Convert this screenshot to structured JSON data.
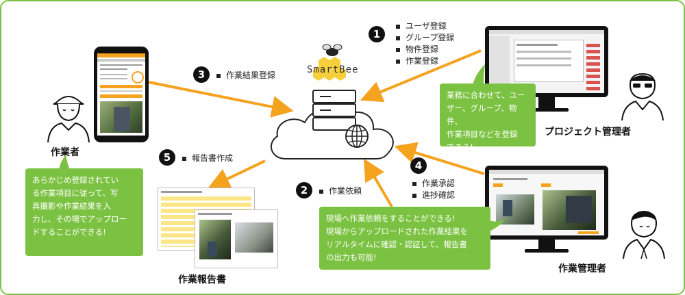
{
  "logo": {
    "name": "SmartBee"
  },
  "roles": {
    "worker": "作業者",
    "project_manager": "プロジェクト管理者",
    "work_manager": "作業管理者",
    "report": "作業報告書"
  },
  "steps": {
    "s1": {
      "number": "1",
      "items": [
        "ユーザ登録",
        "グループ登録",
        "物件登録",
        "作業登録"
      ]
    },
    "s2": {
      "number": "2",
      "label": "作業依頼"
    },
    "s3": {
      "number": "3",
      "label": "作業結果登録"
    },
    "s4": {
      "number": "4",
      "items": [
        "作業承認",
        "進捗確認"
      ]
    },
    "s5": {
      "number": "5",
      "label": "報告書作成"
    }
  },
  "bubbles": {
    "worker": [
      "あらかじめ登録されてい",
      "る作業項目に従って、写",
      "真撮影や作業結果を入",
      "力し、その場でアップロー",
      "ドすることができる!"
    ],
    "project_manager": [
      "業務に合わせて、ユー",
      "ザー、グループ、物件、",
      "作業項目などを登録",
      "できる!"
    ],
    "work_manager": [
      "現場へ作業依頼をすることができる!",
      "現場からアップロードされた作業結果を",
      "リアルタイムに確認・認証して、報告書",
      "の出力も可能!"
    ]
  },
  "colors": {
    "accent": "#7cc242",
    "arrow": "#f5a21f",
    "logo_hex": "#f7cf3a",
    "ink": "#111111"
  }
}
